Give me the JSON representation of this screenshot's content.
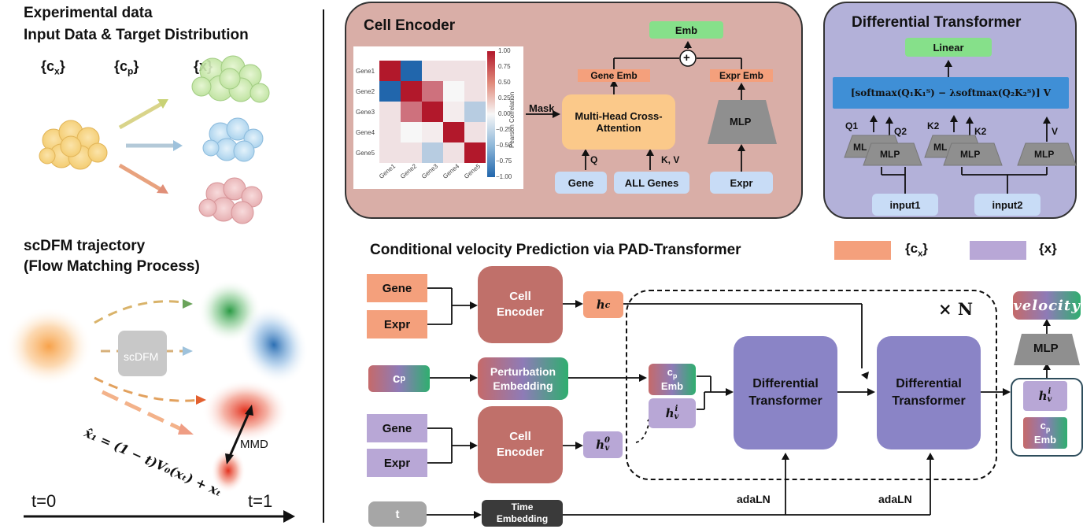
{
  "left": {
    "title1": "Experimental  data",
    "title2": "Input Data & Target Distribution",
    "label_cx": "{c",
    "sub_x": "x",
    "label_cp": "{c",
    "sub_p": "p",
    "label_x": "{x}",
    "close_brace": "}",
    "traj_title1": "scDFM trajectory",
    "traj_title2": "(Flow Matching Process)",
    "scdfm": "scDFM",
    "mmd": "MMD",
    "formula": "x̂₁ = (1 − t)V₀(xₜ) + xₜ",
    "t0": "t=0",
    "t1": "t=1"
  },
  "encoder": {
    "title": "Cell Encoder",
    "genes": [
      "Gene1",
      "Gene2",
      "Gene3",
      "Gene4",
      "Gene5"
    ],
    "colorbar_ticks": [
      "1.00",
      "0.75",
      "0.50",
      "0.25",
      "0.00",
      "−0.25",
      "−0.50",
      "−0.75",
      "−1.00"
    ],
    "colorbar_label": "Pearson Correlation",
    "mask": "Mask",
    "attention": "Multi-Head Cross-Attention",
    "q": "Q",
    "kv": "K, V",
    "gene": "Gene",
    "all_genes": "ALL Genes",
    "gene_emb": "Gene  Emb",
    "expr_emb": "Expr Emb",
    "emb": "Emb",
    "plus": "+",
    "mlp": "MLP",
    "expr": "Expr"
  },
  "dt": {
    "title": "Differential Transformer",
    "linear": "Linear",
    "formula": "[softmax(Q₁K₁ᵀ) − λsoftmax(Q₂K₂ᵀ)] V",
    "q1": "Q1",
    "q2": "Q2",
    "k2a": "K2",
    "k2b": "K2",
    "v": "V",
    "mlp": "MLP",
    "mlp_back": "ML",
    "input1": "input1",
    "input2": "input2"
  },
  "main": {
    "title": "Conditional velocity Prediction via PAD-Transformer",
    "legend_cx": "{c",
    "legend_cx_sub": "x",
    "legend_x": "{x}",
    "legend_close": "}",
    "gene": "Gene",
    "expr": "Expr",
    "cell_encoder": "Cell Encoder",
    "hc": "h",
    "hc_sub": "c",
    "cp": "c",
    "cp_sub": "p",
    "pert_emb": "Perturbation Embedding",
    "cp_emb": "Emb",
    "hv": "h",
    "hv_sup": "i",
    "hv_sub": "v",
    "hv0_sup": "0",
    "diff1": "Differential Transformer",
    "diff2": "Differential Transformer",
    "times_n": "× N",
    "velocity": "velocity",
    "mlp": "MLP",
    "t": "t",
    "time_emb": "Time Embedding",
    "adaln1": "adaLN",
    "adaln2": "adaLN"
  },
  "heatmap": [
    [
      1.0,
      -1.0,
      0.1,
      0.1,
      0.1
    ],
    [
      -1.0,
      1.0,
      0.6,
      0.0,
      0.1
    ],
    [
      0.1,
      0.6,
      1.0,
      0.05,
      -0.3
    ],
    [
      0.1,
      0.0,
      0.05,
      1.0,
      0.1
    ],
    [
      0.1,
      0.1,
      -0.3,
      0.1,
      1.0
    ]
  ],
  "colors": {
    "orange": "#f4a07c",
    "lavender": "#b8a7d6",
    "rose": "#c0706a",
    "purple": "#8a84c6",
    "encoder_bg": "#d9aea7",
    "dt_bg": "#b3b1d9"
  }
}
